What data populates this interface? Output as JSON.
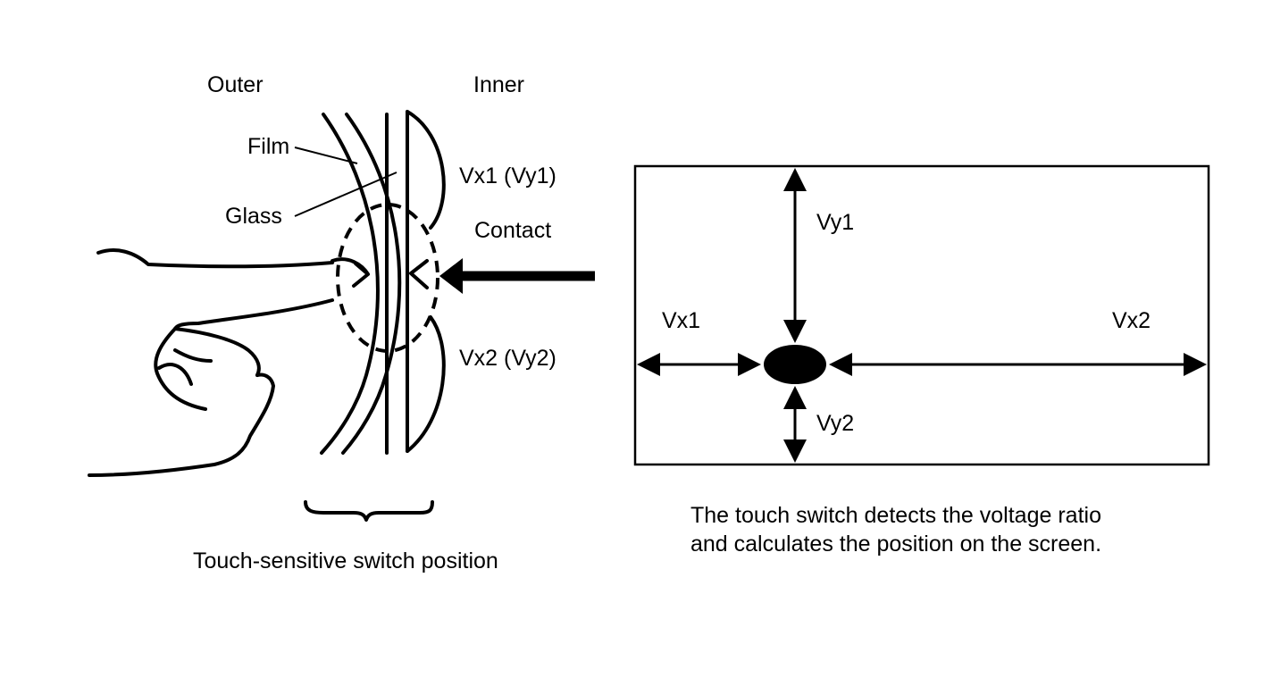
{
  "left_panel": {
    "outer_label": "Outer",
    "inner_label": "Inner",
    "film_label": "Film",
    "glass_label": "Glass",
    "contact_label": "Contact",
    "vx1_vy1_label": "Vx1 (Vy1)",
    "vx2_vy2_label": "Vx2 (Vy2)",
    "caption": "Touch-sensitive switch position"
  },
  "right_panel": {
    "vy1_label": "Vy1",
    "vy2_label": "Vy2",
    "vx1_label": "Vx1",
    "vx2_label": "Vx2",
    "caption_line1": "The touch switch detects the voltage ratio",
    "caption_line2": "and calculates the position on the screen."
  },
  "colors": {
    "ink": "#000000",
    "background": "#ffffff"
  }
}
